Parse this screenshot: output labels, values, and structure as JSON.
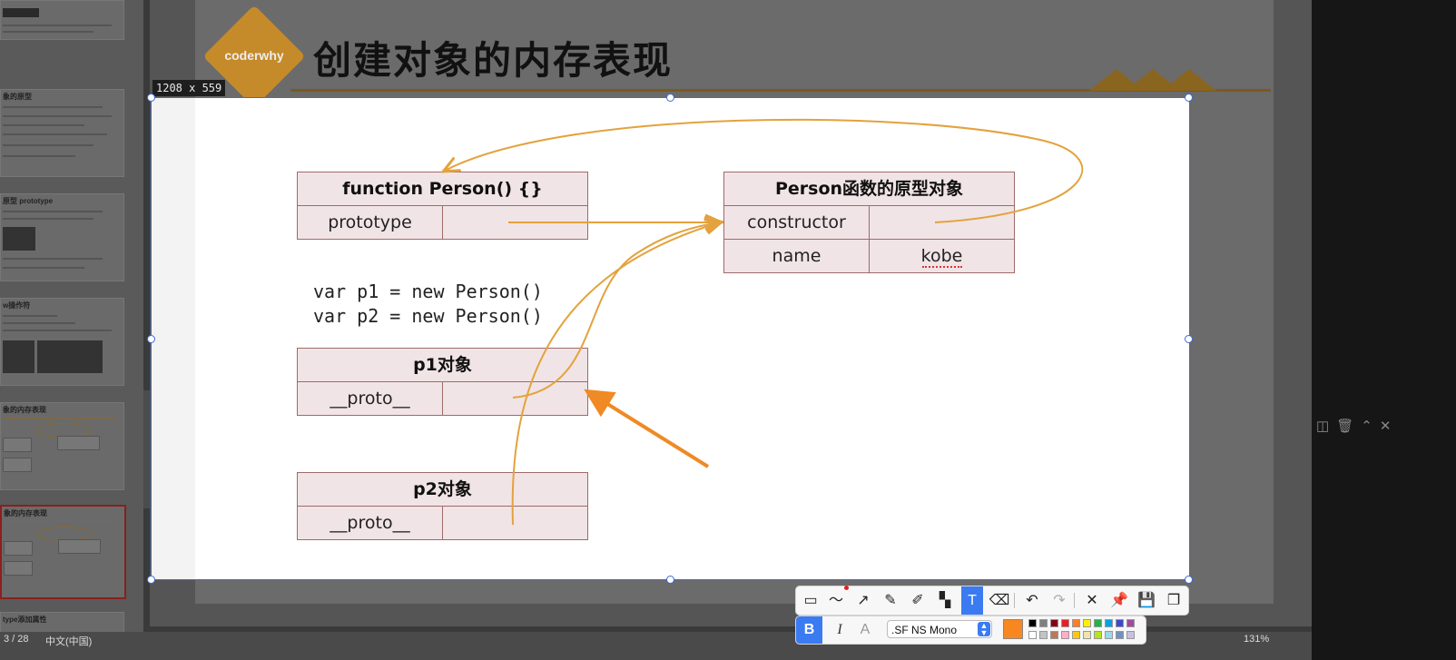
{
  "app": {
    "slide_title": "创建对象的内存表现",
    "logo_text": "coderwhy",
    "status": {
      "page": "3 / 28",
      "language": "中文(中国)",
      "zoom": "131%"
    }
  },
  "sidebar": {
    "thumbnails": [
      {
        "title": ""
      },
      {
        "title": "象的原型"
      },
      {
        "title": "原型 prototype"
      },
      {
        "title": "w操作符"
      },
      {
        "title": "象的内存表现"
      },
      {
        "title": "象的内存表现"
      },
      {
        "title": "type添加属性"
      }
    ]
  },
  "selection": {
    "size_label": "1208 x 559"
  },
  "diagram": {
    "person_fn": {
      "header": "function Person() {}",
      "rows": [
        {
          "key": "prototype",
          "value": ""
        }
      ]
    },
    "proto_obj": {
      "header": "Person函数的原型对象",
      "rows": [
        {
          "key": "constructor",
          "value": ""
        },
        {
          "key": "name",
          "value": "kobe"
        }
      ]
    },
    "code": {
      "line1": "var p1 = new Person()",
      "line2": "var p2 = new Person()"
    },
    "p1": {
      "header": "p1对象",
      "rows": [
        {
          "key": "__proto__",
          "value": ""
        }
      ]
    },
    "p2": {
      "header": "p2对象",
      "rows": [
        {
          "key": "__proto__",
          "value": ""
        }
      ]
    },
    "colors": {
      "arrow": "#e3a23d",
      "annotation_arrow": "#ef8a24",
      "cell_bg": "#f1e4e6",
      "border": "#9e6a6a"
    }
  },
  "toolbar": {
    "tools": [
      "rectangle-icon",
      "freehand-icon",
      "arrow-icon",
      "pencil-icon",
      "marker-icon",
      "mosaic-icon",
      "text-tool-icon",
      "eraser-icon",
      "undo-icon",
      "redo-icon",
      "close-icon",
      "pin-icon",
      "save-icon",
      "copy-icon"
    ],
    "active_tool": "text-tool-icon",
    "font": {
      "bold": "B",
      "italic": "I",
      "outline": "A",
      "family": ".SF NS Mono"
    },
    "current_color": "#f7871e",
    "palette": [
      "#000000",
      "#7f7f7f",
      "#880015",
      "#ed1c24",
      "#ff7f27",
      "#fff200",
      "#22b14c",
      "#00a2e8",
      "#3f48cc",
      "#a349a4",
      "#ffffff",
      "#c3c3c3",
      "#b97a57",
      "#ffaec9",
      "#ffc90e",
      "#efe4b0",
      "#b5e61d",
      "#99d9ea",
      "#7092be",
      "#c8bfe7"
    ]
  },
  "right_panel": {
    "icons": [
      "split-icon",
      "trash-icon",
      "chevron-up-icon",
      "close-icon"
    ]
  }
}
